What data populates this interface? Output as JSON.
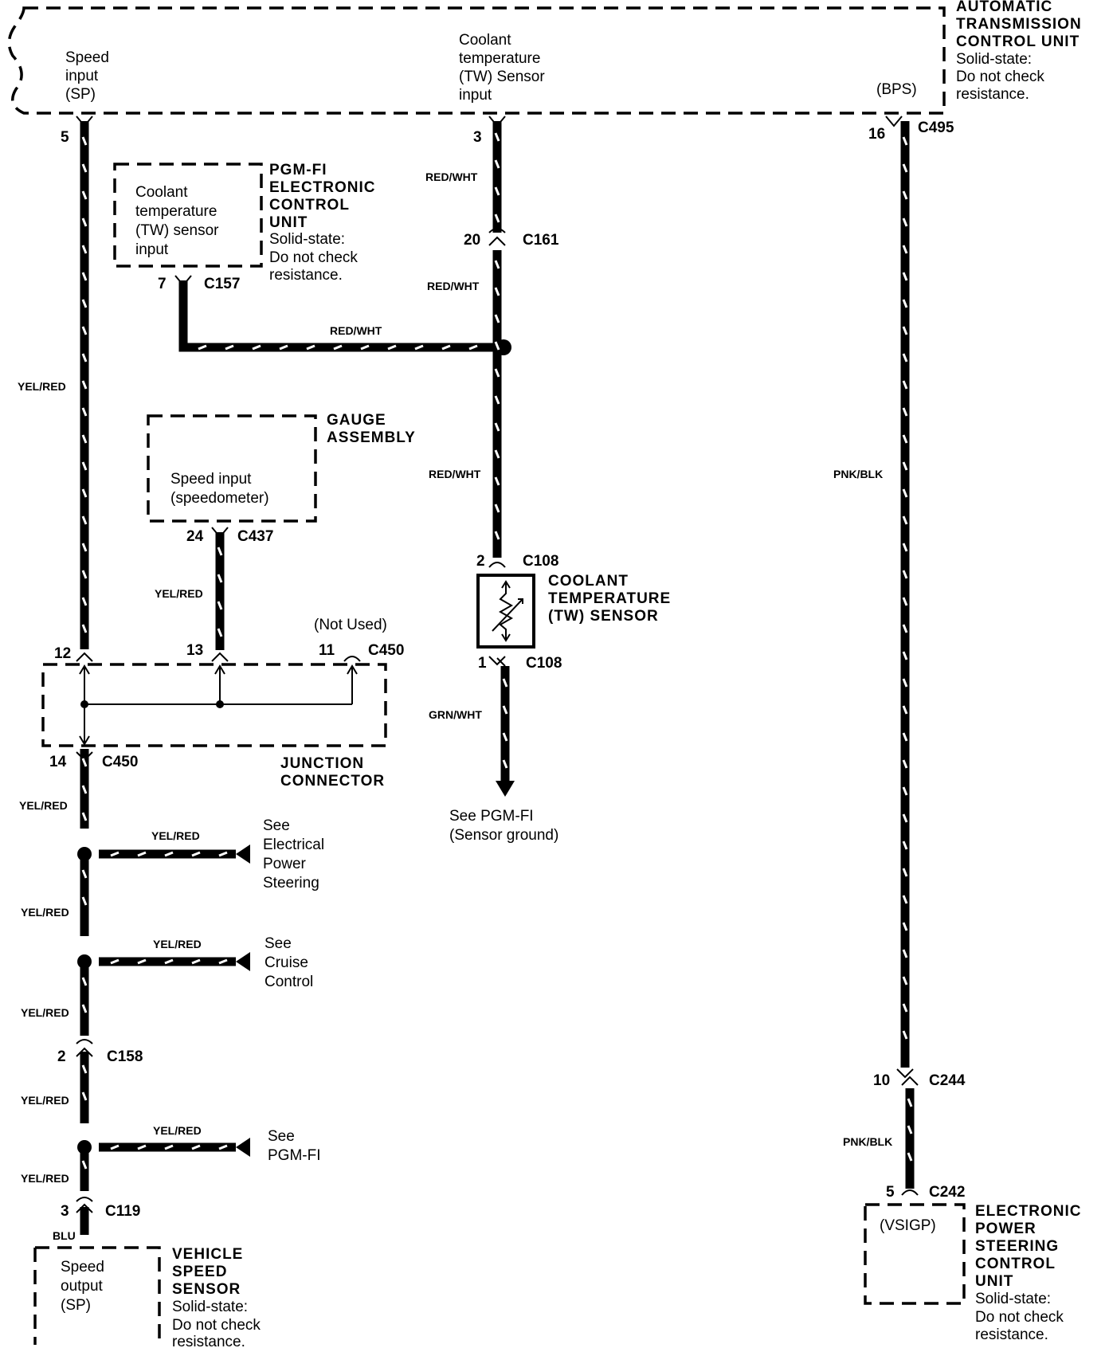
{
  "tcu": {
    "title": [
      "AUTOMATIC",
      "TRANSMISSION",
      "CONTROL UNIT"
    ],
    "note": [
      "Solid-state:",
      "Do not check",
      "resistance."
    ],
    "speed_input": [
      "Speed",
      "input",
      "(SP)"
    ],
    "coolant_input": [
      "Coolant",
      "temperature",
      "(TW) Sensor",
      "input"
    ],
    "bps": "(BPS)"
  },
  "pgmfi": {
    "title": [
      "PGM-FI",
      "ELECTRONIC",
      "CONTROL",
      "UNIT"
    ],
    "note": [
      "Solid-state:",
      "Do not check",
      "resistance."
    ],
    "input": [
      "Coolant",
      "temperature",
      "(TW) sensor",
      "input"
    ]
  },
  "gauge": {
    "title": [
      "GAUGE",
      "ASSEMBLY"
    ],
    "input": [
      "Speed input",
      "(speedometer)"
    ]
  },
  "coolant_sensor": {
    "title": [
      "COOLANT",
      "TEMPERATURE",
      "(TW) SENSOR"
    ]
  },
  "junction": {
    "title": [
      "JUNCTION",
      "CONNECTOR"
    ],
    "not_used": "(Not Used)"
  },
  "vss": {
    "title": [
      "VEHICLE",
      "SPEED",
      "SENSOR"
    ],
    "note": [
      "Solid-state:",
      "Do not check",
      "resistance."
    ],
    "output": [
      "Speed",
      "output",
      "(SP)"
    ]
  },
  "eps": {
    "title": [
      "ELECTRONIC",
      "POWER",
      "STEERING",
      "CONTROL",
      "UNIT"
    ],
    "note": [
      "Solid-state:",
      "Do not check",
      "resistance."
    ],
    "input": "(VSIGP)"
  },
  "refs": {
    "eps": [
      "See",
      "Electrical",
      "Power",
      "Steering"
    ],
    "cruise": [
      "See",
      "Cruise",
      "Control"
    ],
    "pgmfi": [
      "See",
      "PGM-FI"
    ],
    "sensor_ground": [
      "See PGM-FI",
      "(Sensor ground)"
    ]
  },
  "pins": {
    "p5": "5",
    "p3": "3",
    "p16": "16",
    "c495": "C495",
    "p20": "20",
    "c161": "C161",
    "p7": "7",
    "c157": "C157",
    "p24": "24",
    "c437": "C437",
    "p12": "12",
    "p13": "13",
    "p11": "11",
    "c450a": "C450",
    "p14": "14",
    "c450b": "C450",
    "p2a": "2",
    "c108a": "C108",
    "p1": "1",
    "c108b": "C108",
    "p2b": "2",
    "c158": "C158",
    "p3b": "3",
    "c119": "C119",
    "p10": "10",
    "c244": "C244",
    "p5b": "5",
    "c242": "C242"
  },
  "wires": {
    "yel_red_1": "YEL/RED",
    "red_wht_1": "RED/WHT",
    "red_wht_2": "RED/WHT",
    "red_wht_3": "RED/WHT",
    "red_wht_4": "RED/WHT",
    "pnk_blk_1": "PNK/BLK",
    "pnk_blk_2": "PNK/BLK",
    "yel_red_gauge": "YEL/RED",
    "grn_wht": "GRN/WHT",
    "yel_red_2": "YEL/RED",
    "yel_red_eps": "YEL/RED",
    "yel_red_3": "YEL/RED",
    "yel_red_cruise": "YEL/RED",
    "yel_red_4": "YEL/RED",
    "yel_red_5": "YEL/RED",
    "yel_red_pgm": "YEL/RED",
    "yel_red_6": "YEL/RED",
    "blu": "BLU"
  }
}
